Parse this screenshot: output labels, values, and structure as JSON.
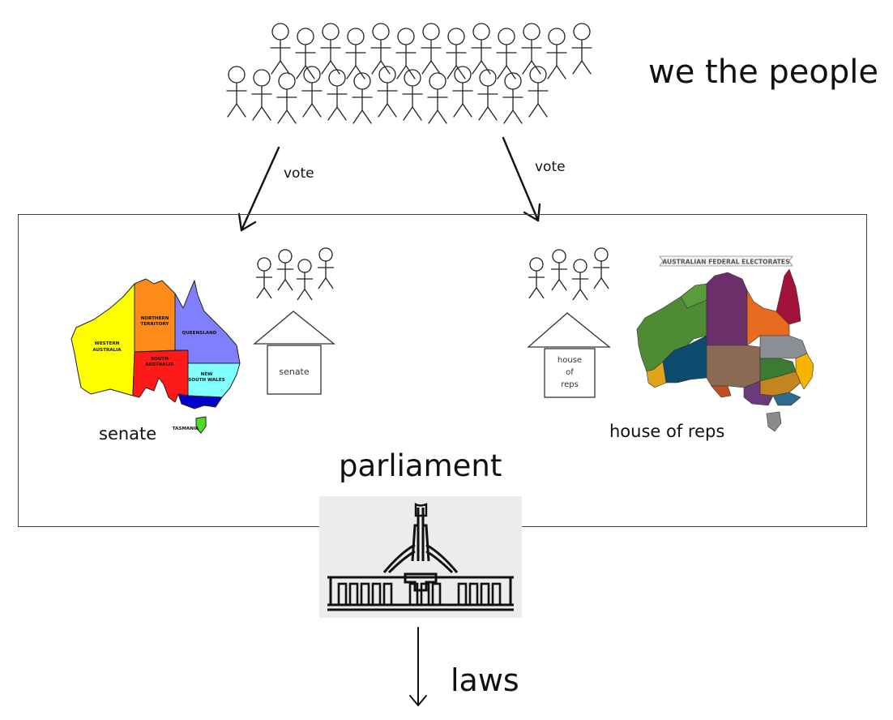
{
  "people": {
    "label": "we the people",
    "count": 26
  },
  "arrows": {
    "left_label": "vote",
    "right_label": "vote"
  },
  "senate": {
    "label": "senate",
    "house_label": "senate",
    "map_states": [
      "WESTERN AUSTRALIA",
      "NORTHERN TERRITORY",
      "QUEENSLAND",
      "SOUTH AUSTRALIA",
      "NEW SOUTH WALES",
      "TASMANIA"
    ],
    "colors": {
      "wa": "#ffff00",
      "nt": "#ff8c1a",
      "qld": "#8080ff",
      "sa": "#ff1a1a",
      "nsw": "#80ffff",
      "vic": "#0000cc",
      "tas": "#4ddc2a"
    }
  },
  "reps": {
    "label": "house of reps",
    "house_label": "house of reps",
    "house_lines": [
      "house",
      "of",
      "reps"
    ],
    "map_banner": "AUSTRALIAN FEDERAL ELECTORATES"
  },
  "parliament": {
    "title": "parliament"
  },
  "laws": {
    "label": "laws"
  }
}
